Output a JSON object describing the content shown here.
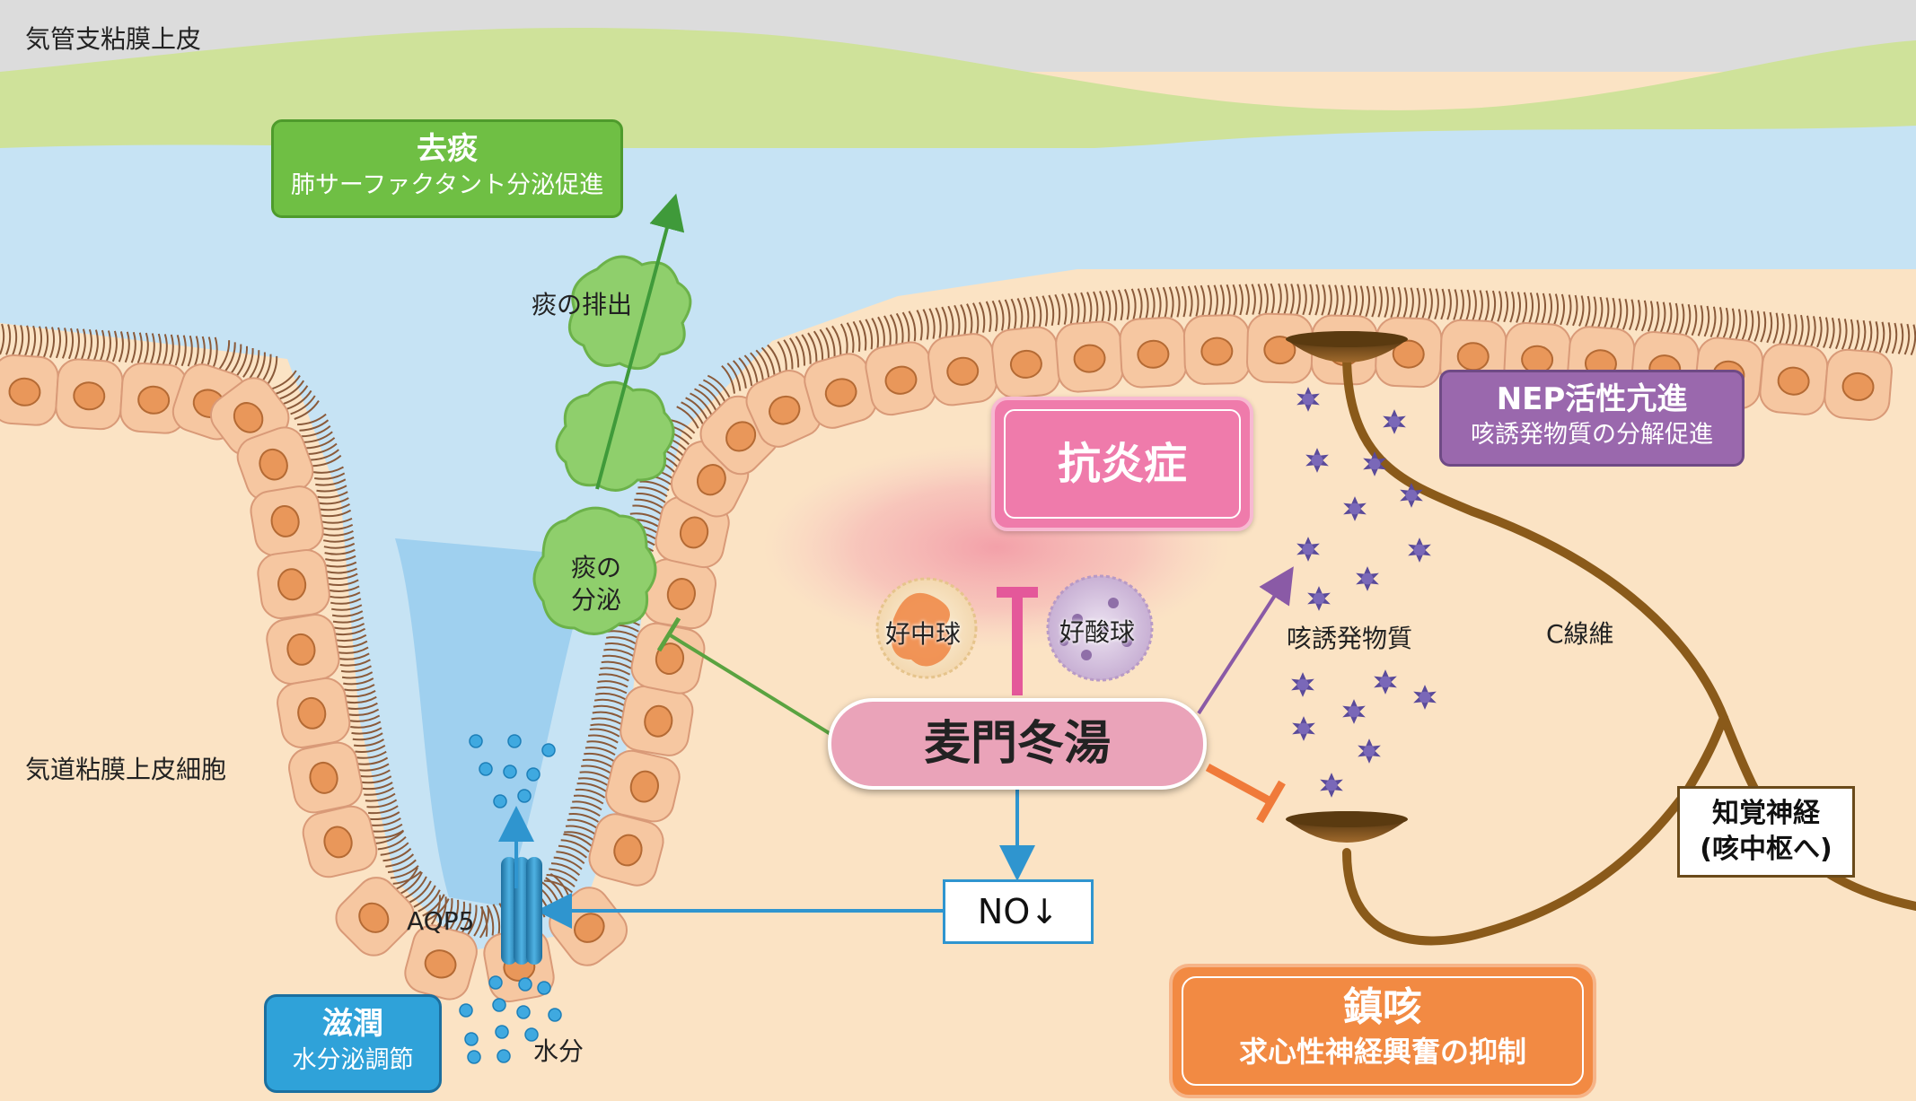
{
  "colors": {
    "lumen": "#c6e3f4",
    "mucus": "#cfe29a",
    "tissue": "#fbe3c4",
    "cell": "#f6c7a1",
    "nucleus": "#e9975a",
    "green_box": "#6fbf44",
    "purple_box": "#9a68ad",
    "pink_box": "#ef7bab",
    "blue_box": "#2fa2d9",
    "orange_box": "#f28a43",
    "nerve": "#8a5a1a",
    "drug_box": "#eaa3b9"
  },
  "labels": {
    "epithelium_title": "気管支粘膜上皮",
    "airway_cells": "気道粘膜上皮細胞",
    "sputum_excretion": "痰の排出",
    "sputum_secretion": "痰の\n分泌",
    "neutrophil": "好中球",
    "eosinophil": "好酸球",
    "cough_substance": "咳誘発物質",
    "c_fiber": "C線維",
    "aqp5": "AQP5",
    "water": "水分",
    "no_down": "NO↓",
    "sensory_nerve": "知覚神経\n(咳中枢へ)",
    "drug": "麦門冬湯"
  },
  "boxes": {
    "expectorant": {
      "title": "去痰",
      "sub": "肺サーファクタント分泌促進"
    },
    "nep": {
      "title": "NEP活性亢進",
      "sub": "咳誘発物質の分解促進"
    },
    "anti_inflammatory": {
      "title": "抗炎症"
    },
    "moisturizing": {
      "title": "滋潤",
      "sub": "水分泌調節"
    },
    "antitussive": {
      "title": "鎮咳",
      "sub": "求心性神経興奮の抑制"
    }
  },
  "icons": [
    "airway-epithelium",
    "sputum-blob",
    "neutrophil-cell",
    "eosinophil-cell",
    "cough-substance-particle",
    "nerve-receptor-cup",
    "aqp5-channel",
    "water-droplet"
  ]
}
